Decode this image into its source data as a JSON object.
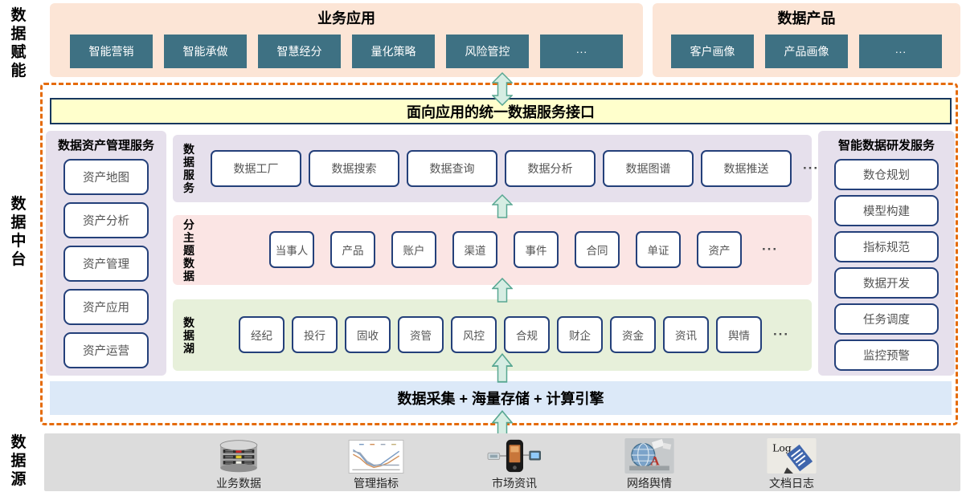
{
  "side_labels": {
    "empower": "数据赋能",
    "platform": "数据中台",
    "source": "数据源"
  },
  "business_apps": {
    "title": "业务应用",
    "items": [
      "智能营销",
      "智能承做",
      "智慧经分",
      "量化策略",
      "风险管控",
      "···"
    ]
  },
  "data_products": {
    "title": "数据产品",
    "items": [
      "客户画像",
      "产品画像",
      "···"
    ]
  },
  "service_interface": {
    "label": "面向应用的统一数据服务接口"
  },
  "asset_management": {
    "title": "数据资产管理服务",
    "items": [
      "资产地图",
      "资产分析",
      "资产管理",
      "资产应用",
      "资产运营"
    ]
  },
  "data_services": {
    "label": "数据服务",
    "items": [
      "数据工厂",
      "数据搜索",
      "数据查询",
      "数据分析",
      "数据图谱",
      "数据推送"
    ],
    "more": "···"
  },
  "subject_data": {
    "label": "分主题数据",
    "items": [
      "当事人",
      "产品",
      "账户",
      "渠道",
      "事件",
      "合同",
      "单证",
      "资产"
    ],
    "more": "···"
  },
  "data_lake": {
    "label": "数据湖",
    "items": [
      "经纪",
      "投行",
      "固收",
      "资管",
      "风控",
      "合规",
      "财企",
      "资金",
      "资讯",
      "舆情"
    ],
    "more": "···"
  },
  "rd_services": {
    "title": "智能数据研发服务",
    "items": [
      "数仓规划",
      "模型构建",
      "指标规范",
      "数据开发",
      "任务调度",
      "监控预警"
    ]
  },
  "infrastructure": {
    "label": "数据采集 + 海量存储 + 计算引擎"
  },
  "data_sources": {
    "items": [
      {
        "label": "业务数据"
      },
      {
        "label": "管理指标"
      },
      {
        "label": "市场资讯"
      },
      {
        "label": "网络舆情"
      },
      {
        "label": "文档日志"
      }
    ]
  },
  "log_icon_text": "Log",
  "colors": {
    "peach": "#FCE5D6",
    "teal_button": "#3E7183",
    "banner_bg": "#FFFFCC",
    "panel_purple": "#E6E0EC",
    "band_pink": "#FBE5E4",
    "band_green": "#E7F0DA",
    "bar_blue": "#DCE9F8",
    "strip_gray": "#DCDCDC",
    "box_border": "#24407A",
    "dashed_border": "#E56B0A",
    "arrow_fill": "#D6EDE3",
    "arrow_stroke": "#58A792"
  }
}
